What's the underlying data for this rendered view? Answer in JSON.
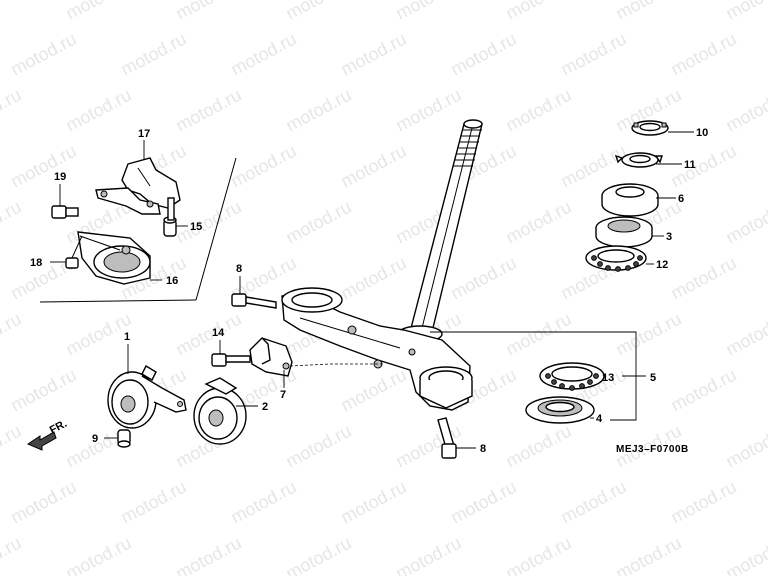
{
  "watermark": "motod.ru",
  "diagram_code": "MEJ3–F0700B",
  "direction_label": "FR.",
  "parts": {
    "p1": "1",
    "p2": "2",
    "p3": "3",
    "p4": "4",
    "p5": "5",
    "p6": "6",
    "p7": "7",
    "p8a": "8",
    "p8b": "8",
    "p9": "9",
    "p10": "10",
    "p11": "11",
    "p12": "12",
    "p13": "13",
    "p14": "14",
    "p15": "15",
    "p16": "16",
    "p17": "17",
    "p18": "18",
    "p19": "19"
  }
}
